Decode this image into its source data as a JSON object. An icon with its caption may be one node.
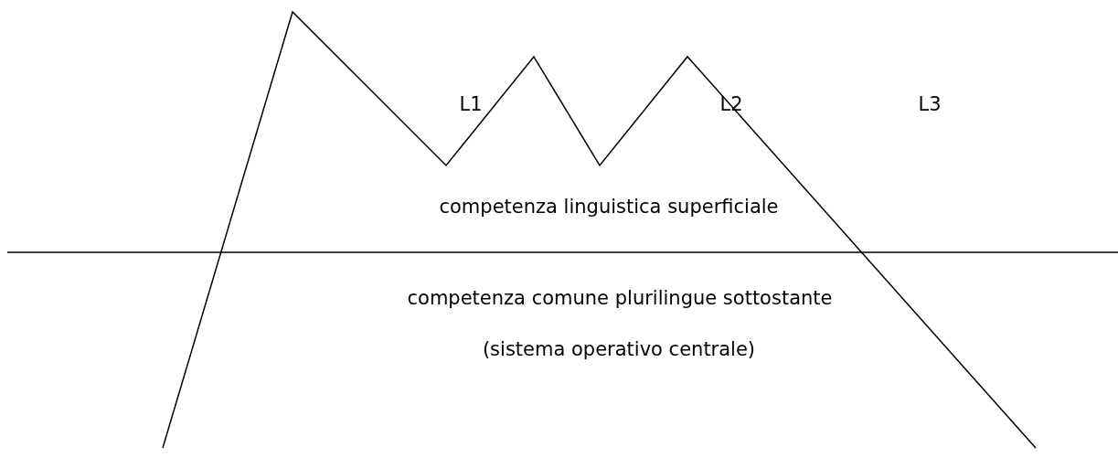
{
  "diagram": {
    "labels": [
      "L1",
      "L2",
      "L3",
      "competenza linguistica superficiale",
      "competenza comune plurilingue sottostante",
      "(sistema operativo centrale)"
    ]
  }
}
